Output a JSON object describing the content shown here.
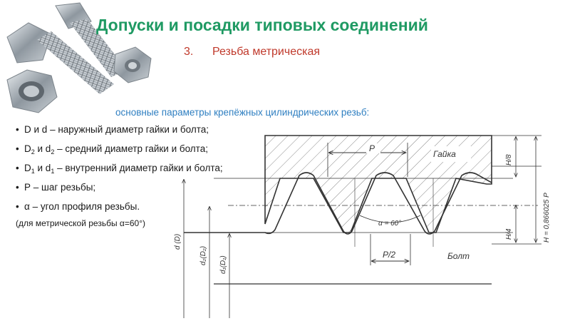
{
  "header": {
    "title": "Допуски и посадки типовых соединений",
    "section_number": "3.",
    "section_title": "Резьба метрическая"
  },
  "content": {
    "intro": "основные параметры крепёжных цилиндрических резьб:",
    "items": [
      {
        "pre": "D и d",
        "sub1": "",
        "mid": "",
        "sub2": "",
        "post": " – наружный диаметр гайки и болта;"
      },
      {
        "pre": "D",
        "sub1": "2",
        "mid": " и d",
        "sub2": "2",
        "post": " – средний диаметр гайки и болта;"
      },
      {
        "pre": "D",
        "sub1": "1",
        "mid": " и d",
        "sub2": "1",
        "post": " – внутренний диаметр гайки и болта;"
      },
      {
        "pre": "P",
        "sub1": "",
        "mid": "",
        "sub2": "",
        "post": " – шаг резьбы;"
      },
      {
        "pre": "α",
        "sub1": "",
        "mid": "",
        "sub2": "",
        "post": " – угол профиля резьбы."
      }
    ],
    "note": "(для метрической резьбы α=60°)"
  },
  "diagram": {
    "label_nut": "Гайка",
    "label_bolt": "Болт",
    "label_pitch": "P",
    "label_half_pitch": "P/2",
    "label_angle": "α = 60°",
    "label_h8": "H/8",
    "label_h4": "H/4",
    "label_H": "H = 0,866025 P",
    "label_d": "d (D)",
    "label_d2": "d₂(D₂)",
    "label_d1": "d₁(D₁)"
  },
  "colors": {
    "title": "#1f9a63",
    "section": "#c0392b",
    "intro": "#2f7fc1",
    "line": "#333333",
    "hatch": "#777777"
  },
  "icons": {
    "photo": "bolts-and-nuts-photo"
  }
}
